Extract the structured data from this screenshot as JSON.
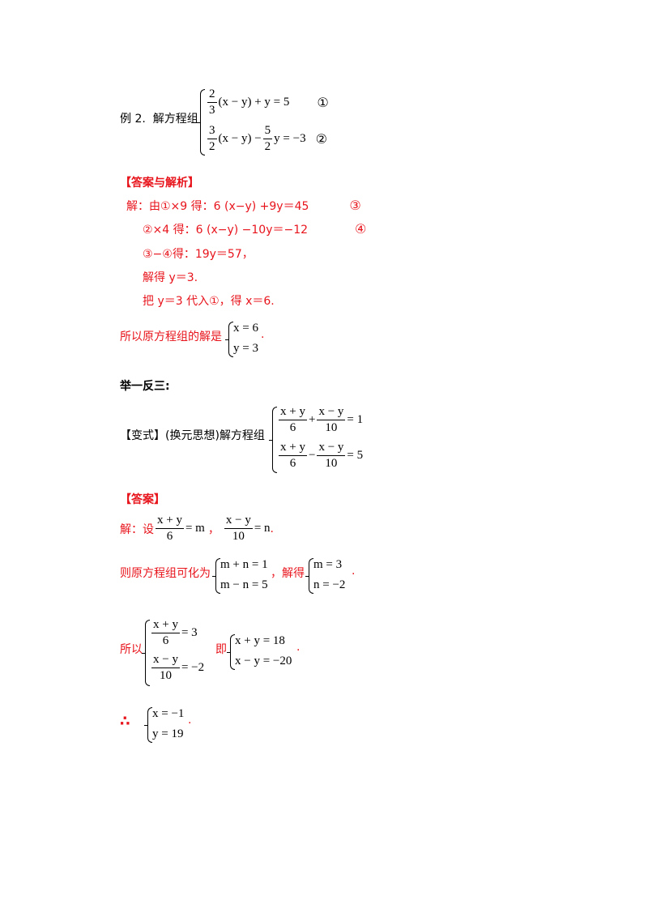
{
  "example": {
    "label": "例 2.",
    "prompt": "解方程组",
    "eq1": {
      "frac_num": "2",
      "frac_den": "3",
      "rest": "(x − y) + y = 5",
      "mark": "①"
    },
    "eq2": {
      "frac1_num": "3",
      "frac1_den": "2",
      "mid": "(x − y) −",
      "frac2_num": "5",
      "frac2_den": "2",
      "rest": "y = −3",
      "mark": "②"
    }
  },
  "analysis": {
    "heading": "【答案与解析】",
    "lines": [
      {
        "text": "解：由①×9 得：6 (x−y) +9y＝45",
        "mark": "③"
      },
      {
        "text": "②×4 得：6 (x−y) −10y＝−12",
        "mark": "④"
      },
      {
        "text": "③−④得：19y＝57，"
      },
      {
        "text": "解得 y＝3."
      },
      {
        "text": "把 y＝3 代入①，得 x＝6."
      }
    ],
    "conclusion_prefix": "所以原方程组的解是",
    "conclusion_eq1": "x = 6",
    "conclusion_eq2": "y = 3",
    "conclusion_suffix": "."
  },
  "practice": {
    "heading": "举一反三:",
    "label": "【变式】",
    "hint": "(换元思想)",
    "prompt": "解方程组",
    "eq1": {
      "f1_num": "x + y",
      "f1_den": "6",
      "op": "+",
      "f2_num": "x − y",
      "f2_den": "10",
      "rest": "= 1"
    },
    "eq2": {
      "f1_num": "x + y",
      "f1_den": "6",
      "op": "−",
      "f2_num": "x − y",
      "f2_den": "10",
      "rest": "= 5"
    }
  },
  "answer": {
    "heading": "【答案】",
    "set_prefix": "解：设",
    "set_f1_num": "x + y",
    "set_f1_den": "6",
    "set_eq1": "= m",
    "set_sep": "，",
    "set_f2_num": "x − y",
    "set_f2_den": "10",
    "set_eq2": "= n",
    "set_suffix": ".",
    "transform_prefix": "则原方程组可化为",
    "mn_eq1": "m + n = 1",
    "mn_eq2": "m − n = 5",
    "solve_mid": "，解得",
    "mn_sol1": "m = 3",
    "mn_sol2": "n = −2",
    "mn_suffix": ".",
    "so_prefix": "所以",
    "so_eq1_num": "x + y",
    "so_eq1_den": "6",
    "so_eq1_rest": "= 3",
    "so_eq2_num": "x − y",
    "so_eq2_den": "10",
    "so_eq2_rest": "= −2",
    "ji": "即",
    "ji_eq1": "x + y = 18",
    "ji_eq2": "x − y = −20",
    "ji_suffix": ".",
    "therefore": "∴",
    "final_eq1": "x = −1",
    "final_eq2": "y = 19",
    "final_suffix": "."
  }
}
